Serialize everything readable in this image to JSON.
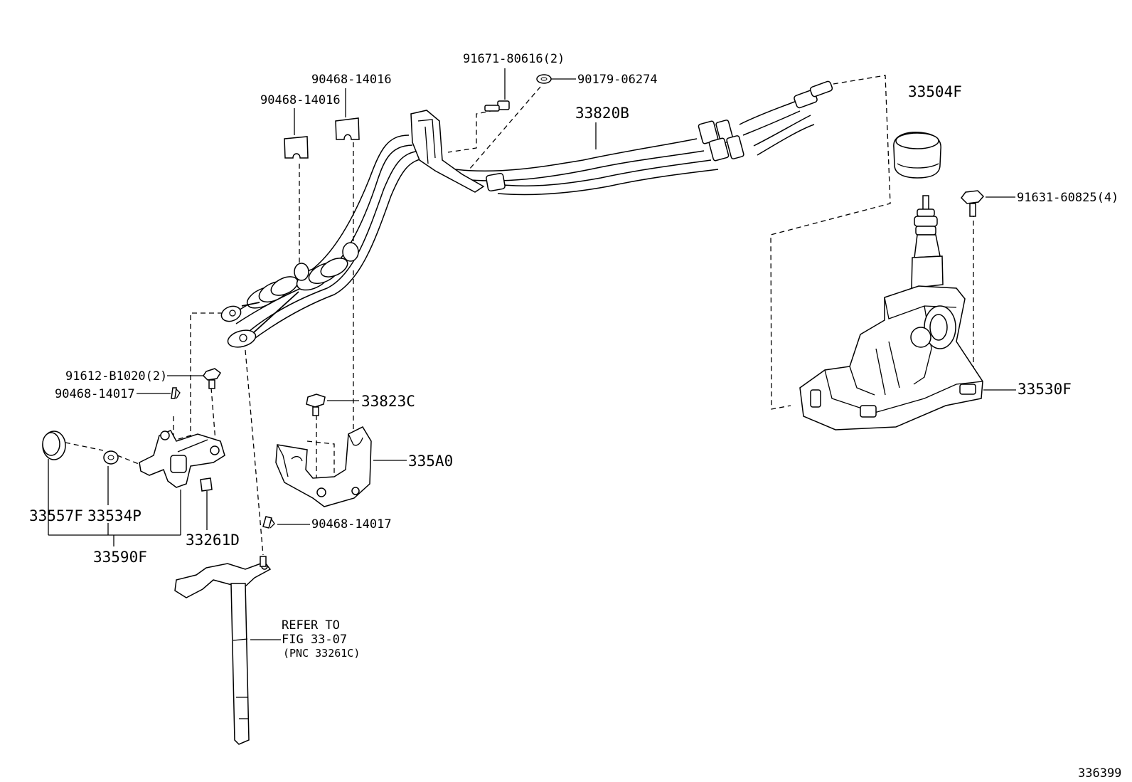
{
  "labels": {
    "p91671_80616": "91671-80616(2)",
    "p90179_06274": "90179-06274",
    "p90468_14016_a": "90468-14016",
    "p90468_14016_b": "90468-14016",
    "p33820B": "33820B",
    "p33504F": "33504F",
    "p91631_60825": "91631-60825(4)",
    "p33530F": "33530F",
    "p91612_B1020": "91612-B1020(2)",
    "p90468_14017_a": "90468-14017",
    "p33823C": "33823C",
    "p335A0": "335A0",
    "p90468_14017_b": "90468-14017",
    "p33557F": "33557F",
    "p33534P": "33534P",
    "p33261D": "33261D",
    "p33590F": "33590F",
    "refer_line1": "REFER TO",
    "refer_line2": "FIG 33-07",
    "refer_line3": "(PNC 33261C)",
    "figure_number": "336399"
  }
}
